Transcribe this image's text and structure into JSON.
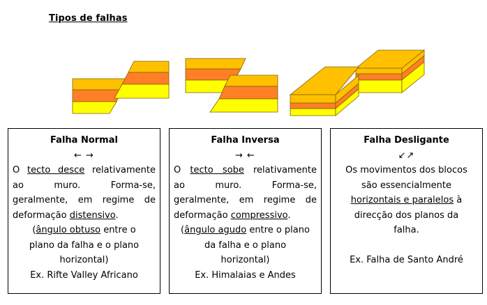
{
  "title": "Tipos de falhas",
  "colors": {
    "top_layer": "#FFC000",
    "middle_layer": "#FF7F27",
    "bottom_layer": "#FFFF00"
  },
  "boxes": [
    {
      "heading": "Falha Normal",
      "arrows": "← →",
      "line1_pre": "O ",
      "line1_u": "tecto desce",
      "line1_post": " relativamente",
      "line2": "ao muro. Forma-se,",
      "line3": "geralmente, em regime de",
      "line4_pre": "deformação ",
      "line4_u": "distensivo",
      "line4_post": ".",
      "line5_pre": "(",
      "line5_u": "ângulo obtuso",
      "line5_post": " entre o",
      "line6": "plano da falha e o plano",
      "line7": "horizontal)",
      "example": "Ex. Rifte Valley Africano"
    },
    {
      "heading": "Falha Inversa",
      "arrows": "→ ←",
      "line1_pre": "O ",
      "line1_u": "tecto sobe",
      "line1_post": " relativamente",
      "line2": "ao muro. Forma-se,",
      "line3": "geralmente, em regime de",
      "line4_pre": "deformação ",
      "line4_u": "compressivo",
      "line4_post": ".",
      "line5_pre": "(",
      "line5_u": "ângulo agudo",
      "line5_post": " entre o plano",
      "line6": "da falha e o plano",
      "line7": "horizontal)",
      "example": "Ex. Himalaias e Andes"
    },
    {
      "heading": "Falha Desligante",
      "arrows": "↙↗",
      "line1": "Os movimentos dos blocos",
      "line2": "são essencialmente",
      "line3_u": "horizontais e paralelos",
      "line3_post": " à",
      "line4": "direcção dos planos da",
      "line5": "falha.",
      "example": "Ex. Falha de Santo André"
    }
  ]
}
